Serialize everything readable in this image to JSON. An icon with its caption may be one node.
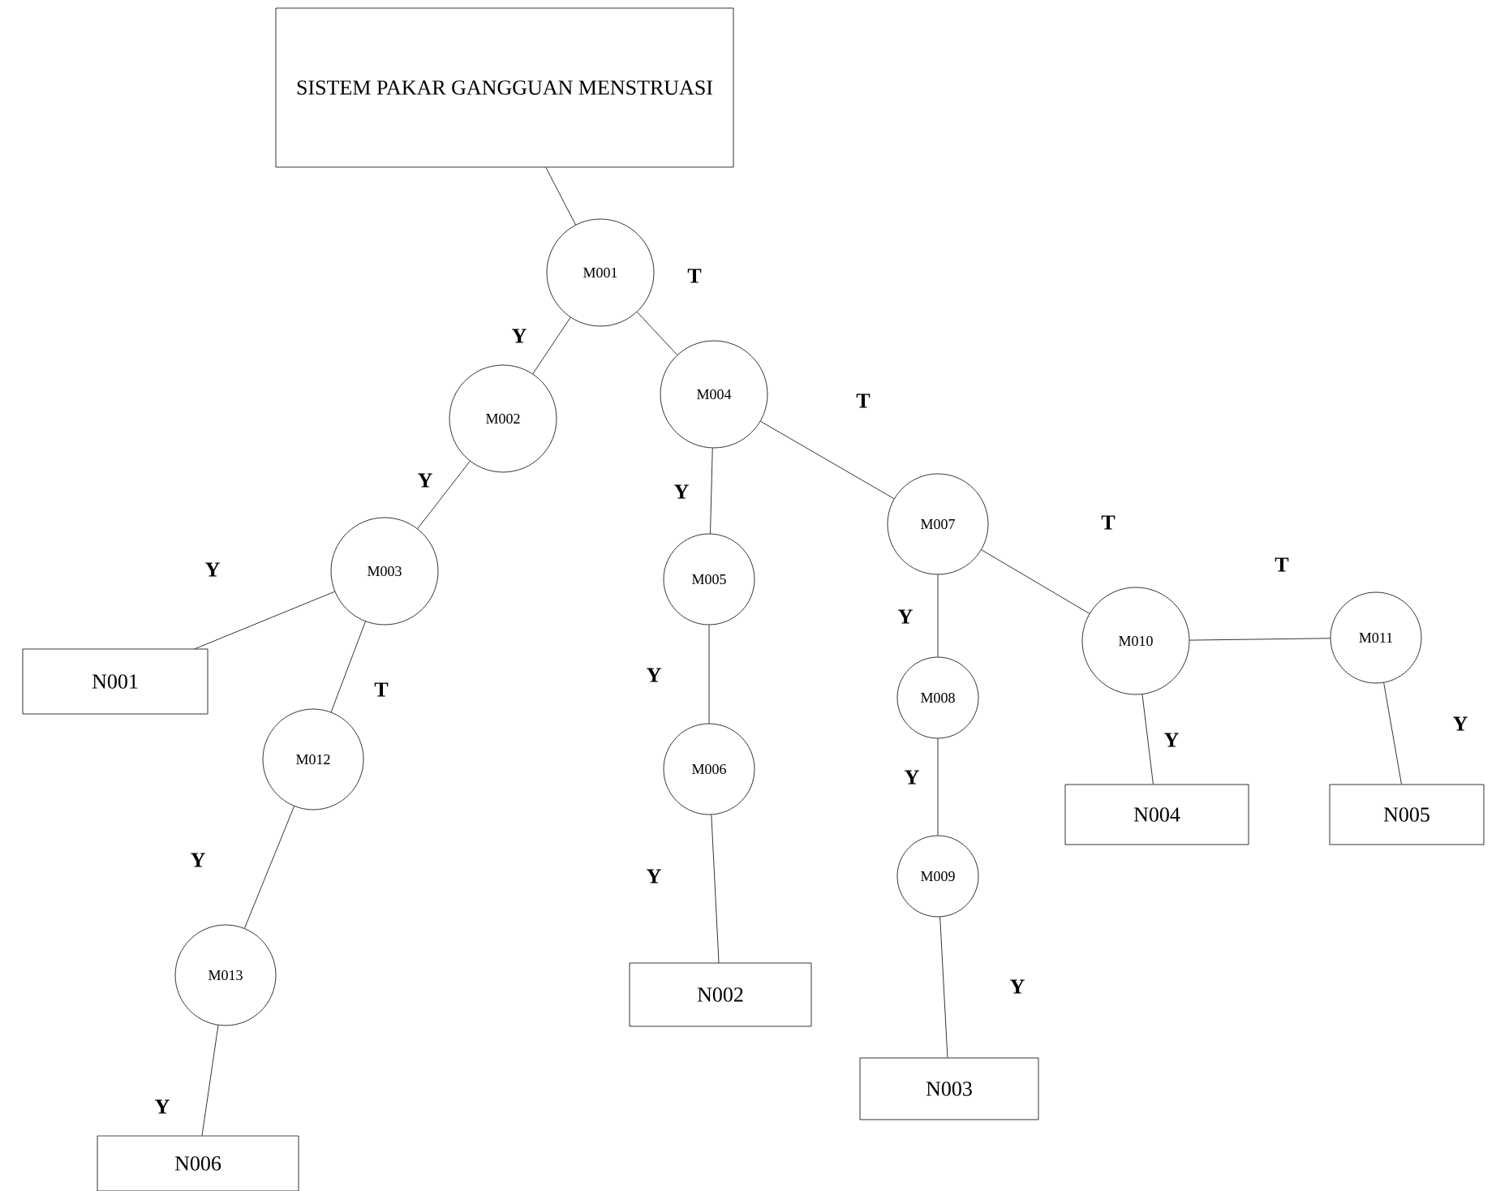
{
  "diagram": {
    "nodes": [
      {
        "text": [
          "SISTEM PAKAR GANGGUAN MENSTRUASI"
        ]
      },
      {
        "text": [
          "M001"
        ]
      },
      {
        "text": [
          "M002"
        ]
      },
      {
        "text": [
          "M004"
        ]
      },
      {
        "text": [
          "M003"
        ]
      },
      {
        "text": [
          "N001"
        ]
      },
      {
        "text": [
          "M005"
        ]
      },
      {
        "text": [
          "M007"
        ]
      },
      {
        "text": [
          "M012"
        ]
      },
      {
        "text": [
          "M006"
        ]
      },
      {
        "text": [
          "M008"
        ]
      },
      {
        "text": [
          "M010"
        ]
      },
      {
        "text": [
          "M011"
        ]
      },
      {
        "text": [
          "M013"
        ]
      },
      {
        "text": [
          "N002"
        ]
      },
      {
        "text": [
          "M009"
        ]
      },
      {
        "text": [
          "N004"
        ]
      },
      {
        "text": [
          "N005"
        ]
      },
      {
        "text": [
          "N006"
        ]
      },
      {
        "text": [
          "N003"
        ]
      }
    ],
    "edges": [
      {
        "from": 0,
        "to": 1,
        "arrow": "none"
      },
      {
        "from": 1,
        "to": 2,
        "arrow": "none",
        "label": "Y"
      },
      {
        "from": 1,
        "to": 3,
        "arrow": "none",
        "label": "T"
      },
      {
        "from": 2,
        "to": 4,
        "arrow": "none",
        "label": "Y"
      },
      {
        "from": 4,
        "to": 5,
        "arrow": "none",
        "label": "Y"
      },
      {
        "from": 4,
        "to": 8,
        "arrow": "none",
        "label": "T"
      },
      {
        "from": 8,
        "to": 13,
        "arrow": "none",
        "label": "Y"
      },
      {
        "from": 13,
        "to": 18,
        "arrow": "none",
        "label": "Y"
      },
      {
        "from": 3,
        "to": 6,
        "arrow": "none",
        "label": "Y"
      },
      {
        "from": 6,
        "to": 9,
        "arrow": "none",
        "label": "Y"
      },
      {
        "from": 9,
        "to": 14,
        "arrow": "none",
        "label": "Y"
      },
      {
        "from": 3,
        "to": 7,
        "arrow": "none",
        "label": "T"
      },
      {
        "from": 7,
        "to": 10,
        "arrow": "none",
        "label": "Y"
      },
      {
        "from": 10,
        "to": 15,
        "arrow": "none",
        "label": "Y"
      },
      {
        "from": 15,
        "to": 19,
        "arrow": "none",
        "label": "Y"
      },
      {
        "from": 7,
        "to": 11,
        "arrow": "none",
        "label": "T"
      },
      {
        "from": 11,
        "to": 12,
        "arrow": "none",
        "label": "T"
      },
      {
        "from": 11,
        "to": 16,
        "arrow": "none",
        "label": "Y"
      },
      {
        "from": 12,
        "to": 17,
        "arrow": "none",
        "label": "Y"
      }
    ]
  }
}
